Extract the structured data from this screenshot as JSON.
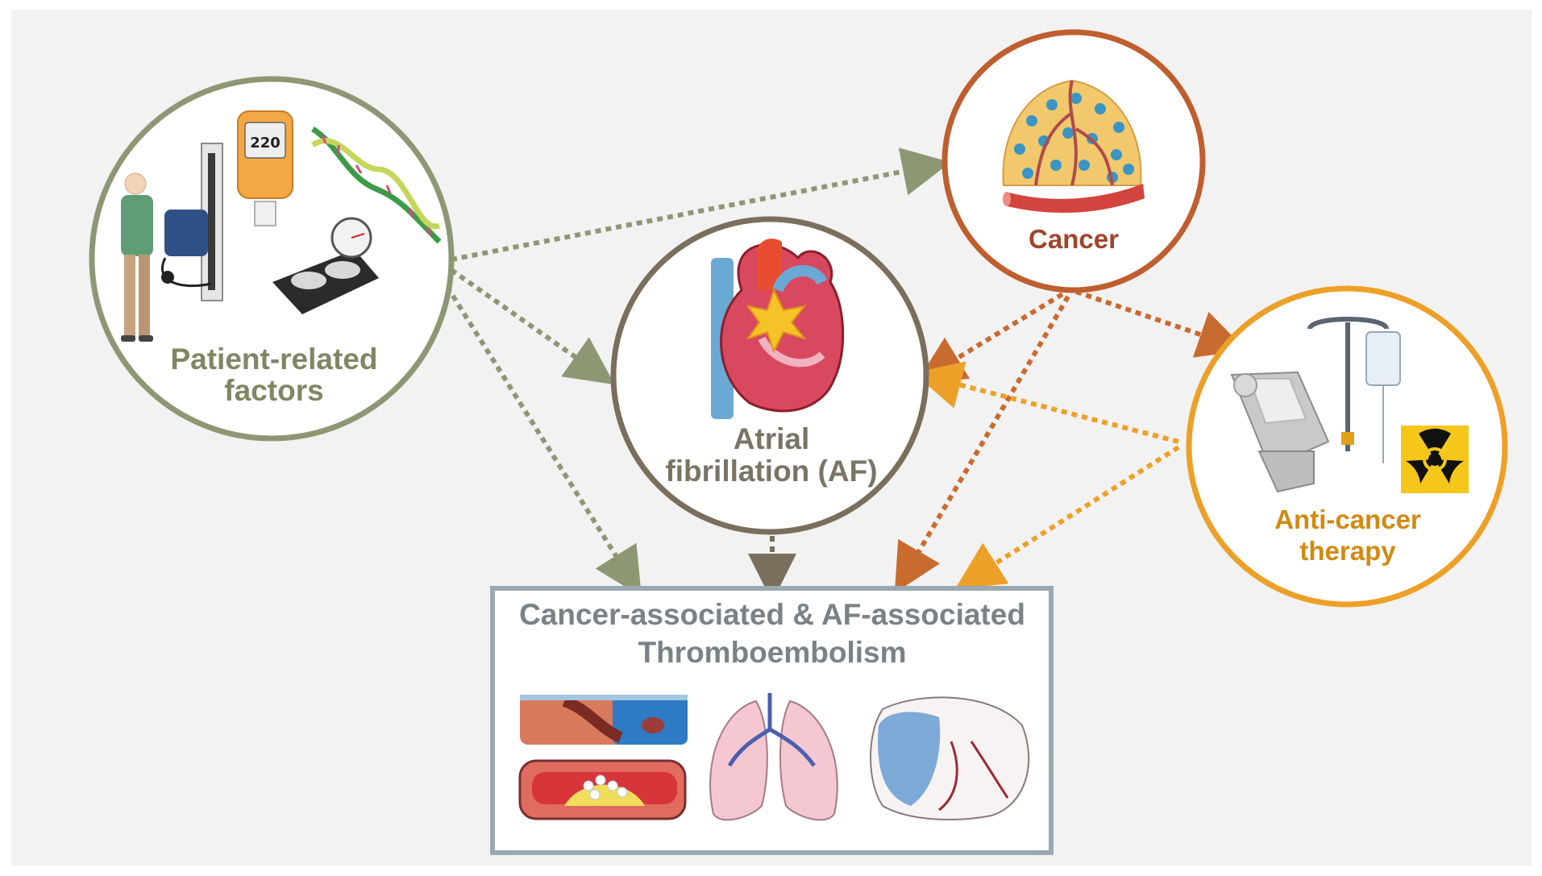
{
  "nodes": {
    "patient": {
      "label_line1": "Patient-related",
      "label_line2": "factors",
      "color": "#8e9774"
    },
    "af": {
      "label_line1": "Atrial",
      "label_line2": "fibrillation (AF)",
      "color": "#7a6f5c"
    },
    "cancer": {
      "label": "Cancer",
      "color": "#bf5e2e"
    },
    "therapy": {
      "label_line1": "Anti-cancer",
      "label_line2": "therapy",
      "color": "#eda028"
    },
    "outcome": {
      "label_line1": "Cancer-associated & AF-associated",
      "label_line2": "Thromboembolism",
      "color": "#9aa9b1"
    }
  },
  "icons": {
    "blood_pressure_monitor_reading": "220",
    "patient_icons": [
      "elderly-person-icon",
      "blood-pressure-monitor-icon",
      "glucose-meter-icon",
      "dna-helix-icon",
      "weighing-scale-icon"
    ],
    "cancer_icons": [
      "tumor-cells-icon",
      "blood-vessel-icon"
    ],
    "af_icons": [
      "heart-icon"
    ],
    "therapy_icons": [
      "iv-drip-icon",
      "radiotherapy-bed-icon",
      "radiation-hazard-icon"
    ],
    "outcome_icons": [
      "thrombosed-vein-icon",
      "atherosclerotic-artery-icon",
      "lungs-icon",
      "brain-icon"
    ]
  },
  "colors": {
    "background": "#f2f2f2",
    "arrow_patient": "#8e9774",
    "arrow_af": "#7a6f5c",
    "arrow_cancer": "#c86b2f",
    "arrow_therapy": "#eda028"
  }
}
